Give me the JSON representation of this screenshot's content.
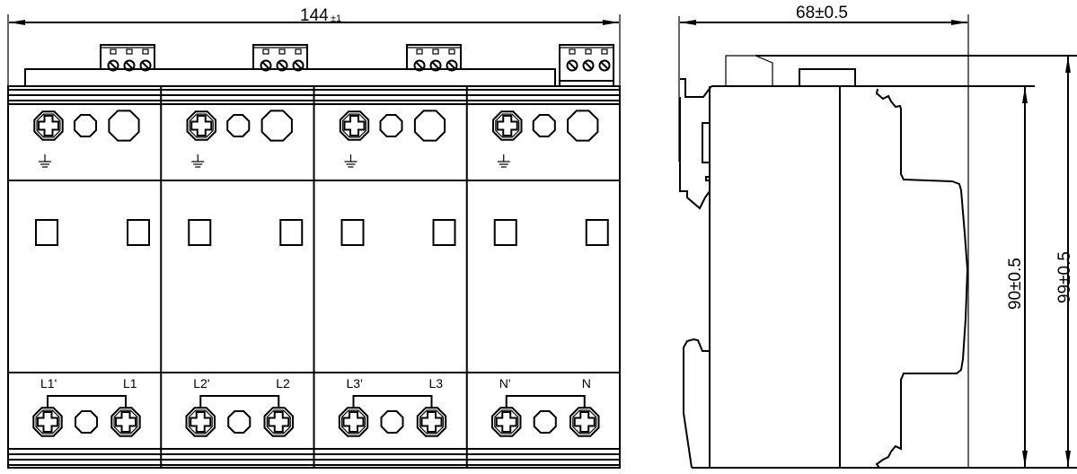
{
  "front_view": {
    "width_dimension": "144",
    "width_tolerance": "±1",
    "modules": [
      {
        "id": "L1",
        "terminal_left": "L1'",
        "terminal_right": "L1",
        "ground_symbol": "earth-ground-icon"
      },
      {
        "id": "L2",
        "terminal_left": "L2'",
        "terminal_right": "L2",
        "ground_symbol": "earth-ground-icon"
      },
      {
        "id": "L3",
        "terminal_left": "L3'",
        "terminal_right": "L3",
        "ground_symbol": "earth-ground-icon"
      },
      {
        "id": "N",
        "terminal_left": "N'",
        "terminal_right": "N",
        "ground_symbol": "earth-ground-icon"
      }
    ],
    "remote_signal_terminals": 4
  },
  "side_view": {
    "depth_dimension": "68±0.5",
    "height_body_dimension": "90±0.5",
    "height_total_dimension": "99±0.5"
  },
  "colors": {
    "line": "#000000",
    "background": "#ffffff"
  }
}
